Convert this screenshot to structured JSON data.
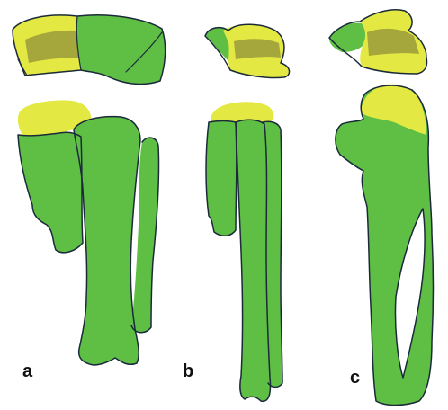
{
  "colors": {
    "bone": "#5fbf45",
    "cartilage": "#e4e842",
    "overlap": "#9a9a3a",
    "outline": "#1a2a3a",
    "background": "#ffffff"
  },
  "panels": [
    {
      "label": "a"
    },
    {
      "label": "b"
    },
    {
      "label": "c"
    }
  ]
}
